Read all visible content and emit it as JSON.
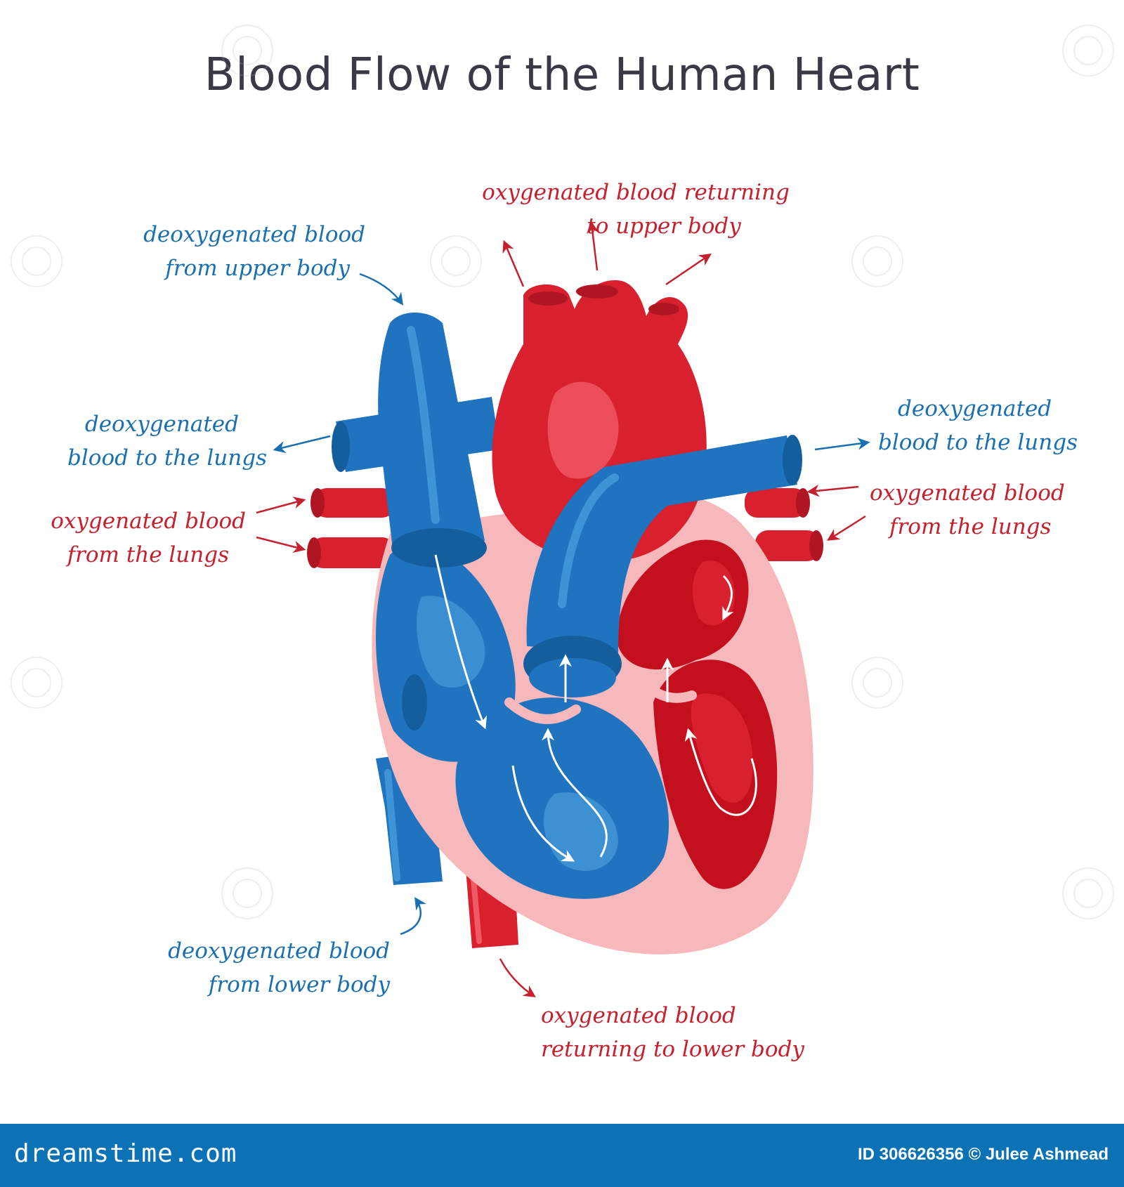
{
  "title": "Blood Flow of the Human Heart",
  "labels": {
    "deoxy_upper": [
      "deoxygenated blood",
      "from upper body"
    ],
    "oxy_upper": [
      "oxygenated blood returning",
      "to upper body"
    ],
    "deoxy_lungs_left": [
      "deoxygenated",
      "blood to the lungs"
    ],
    "oxy_lungs_left": [
      "oxygenated blood",
      "from the lungs"
    ],
    "deoxy_lungs_right": [
      "deoxygenated",
      "blood to the lungs"
    ],
    "oxy_lungs_right": [
      "oxygenated blood",
      "from the lungs"
    ],
    "deoxy_lower": [
      "deoxygenated blood",
      "from lower body"
    ],
    "oxy_lower": [
      "oxygenated blood",
      "returning to lower body"
    ]
  },
  "footer": {
    "brand": "dreamstime.com",
    "credit": "ID 306626356 © Julee Ashmead"
  },
  "colors": {
    "deoxygenated": "#1f73bf",
    "oxygenated": "#d8202e",
    "heart_wall": "#f7b8bb",
    "label_blue": "#1a6fb0",
    "label_red": "#c5202d",
    "footer_bg": "#0b73b5"
  }
}
